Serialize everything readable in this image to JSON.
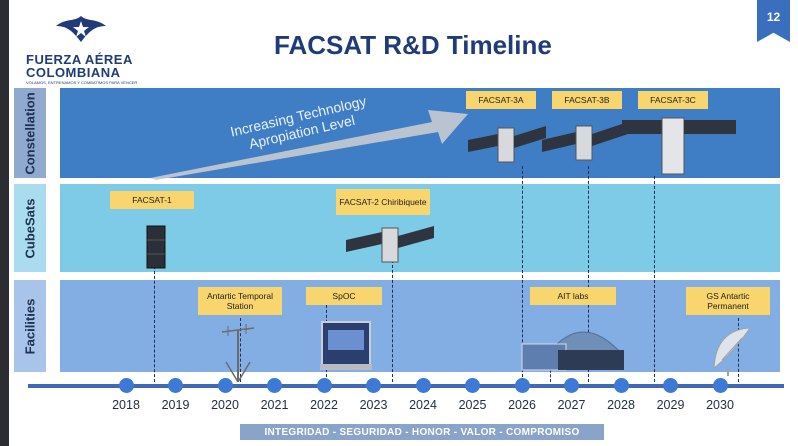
{
  "header": {
    "title": "FACSAT R&D Timeline",
    "page_number": "12",
    "logo": {
      "line1": "FUERZA AÉREA",
      "line2": "COLOMBIANA",
      "motto": "VOLAMOS, ENTRENAMOS Y COMBATIMOS PARA VENCER"
    }
  },
  "rows": {
    "constellation": "Constellation",
    "cubesats": "CubeSats",
    "facilities": "Facilities"
  },
  "arrow_label": "Increasing Technology Apropiation Level",
  "callouts": {
    "facsat_3a": "FACSAT-3A",
    "facsat_3b": "FACSAT-3B",
    "facsat_3c": "FACSAT-3C",
    "facsat_1": "FACSAT-1",
    "facsat_2": "FACSAT-2 Chiribiquete",
    "antartic_temporal": "Antartic Temporal Station",
    "spoc": "SpOC",
    "ait_labs": "AIT labs",
    "gs_antartic": "GS Antartic Permanent"
  },
  "years": [
    "2018",
    "2019",
    "2020",
    "2021",
    "2022",
    "2023",
    "2024",
    "2025",
    "2026",
    "2027",
    "2028",
    "2029",
    "2030"
  ],
  "footer": "INTEGRIDAD - SEGURIDAD - HONOR - VALOR - COMPROMISO",
  "colors": {
    "constellation_band": "#3f7dc4",
    "cubesats_band": "#7ecbe8",
    "facilities_band": "#83aee4",
    "callout": "#f9d56e",
    "timeline": "#3d6ab2",
    "title": "#1f3b78"
  }
}
